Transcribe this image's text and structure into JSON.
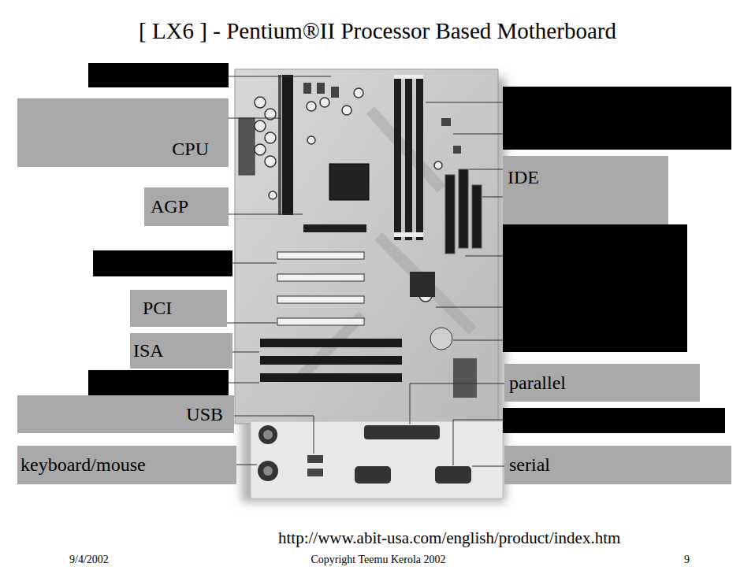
{
  "diagram": {
    "title": "[ LX6 ] - Pentium®II Processor Based Motherboard",
    "nodes": [
      {
        "text": [
          "CPU"
        ]
      },
      {
        "text": [
          "IDE"
        ]
      },
      {
        "text": [
          "AGP"
        ]
      },
      {
        "text": [
          "PCI"
        ]
      },
      {
        "text": [
          "ISA"
        ]
      },
      {
        "text": [
          "parallel"
        ]
      },
      {
        "text": [
          "USB"
        ]
      },
      {
        "text": [
          "keyboard/mouse"
        ]
      },
      {
        "text": [
          "serial"
        ]
      }
    ],
    "labels": [
      "http://www.abit-usa.com/english/product/index.htm",
      "9/4/2002",
      "Copyright Teemu Kerola 2002",
      "9"
    ]
  }
}
